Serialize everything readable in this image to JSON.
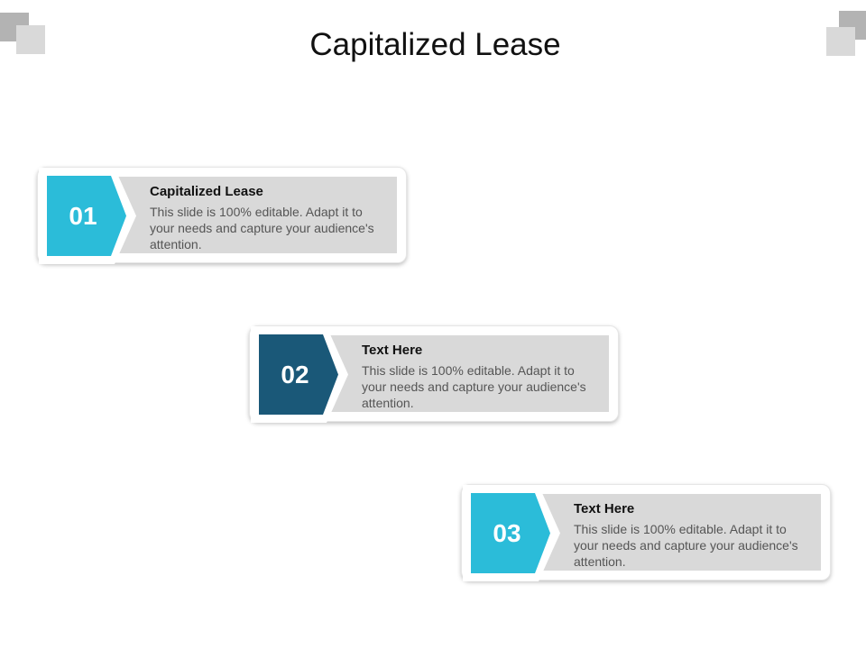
{
  "title": "Capitalized Lease",
  "colors": {
    "accent_light": "#2bbcd9",
    "accent_dark": "#1a5878",
    "panel": "#d9d9d9"
  },
  "steps": [
    {
      "number": "01",
      "heading": "Capitalized Lease",
      "body": "This slide is 100% editable. Adapt it to your needs and capture your audience's attention.",
      "color": "#2bbcd9"
    },
    {
      "number": "02",
      "heading": "Text Here",
      "body": "This slide is 100% editable. Adapt it to your needs and capture your audience's attention.",
      "color": "#1a5878"
    },
    {
      "number": "03",
      "heading": "Text Here",
      "body": "This slide is 100% editable. Adapt it to your needs and capture your audience's attention.",
      "color": "#2bbcd9"
    }
  ]
}
